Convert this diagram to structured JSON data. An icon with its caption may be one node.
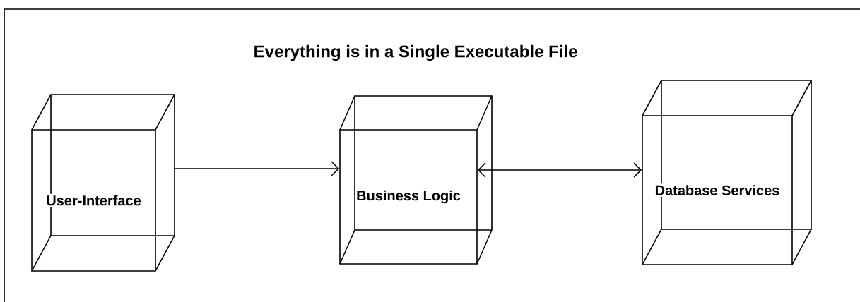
{
  "diagram": {
    "title": "Everything is in a Single Executable File",
    "nodes": [
      {
        "text": [
          "User-Interface"
        ]
      },
      {
        "text": [
          "Business Logic"
        ]
      },
      {
        "text": [
          "Database Services"
        ]
      }
    ],
    "edges": [
      {
        "from": 0,
        "to": 1,
        "arrow": "to"
      },
      {
        "from": 1,
        "to": 2,
        "arrow": "both"
      }
    ]
  }
}
